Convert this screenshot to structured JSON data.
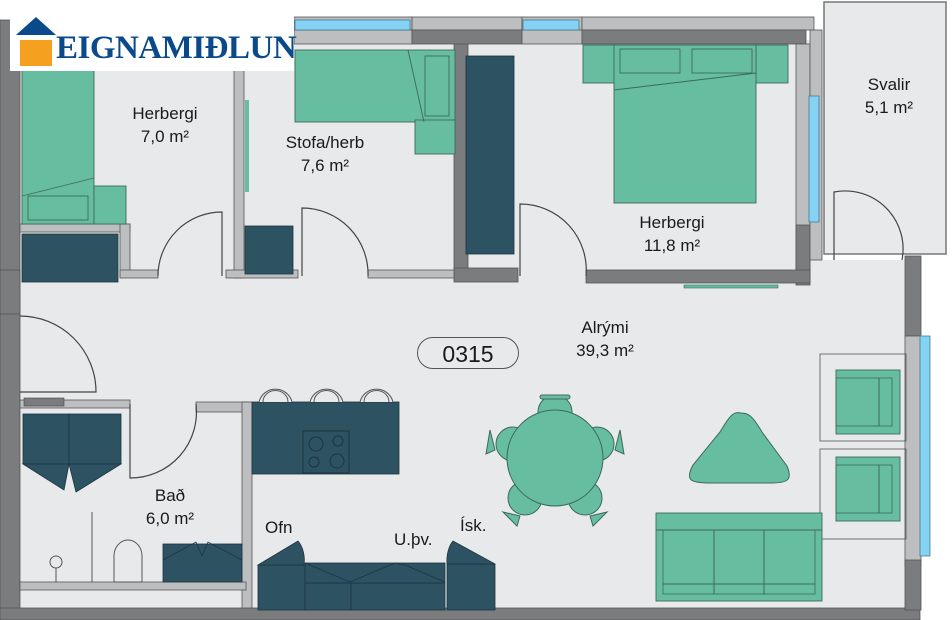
{
  "brand": {
    "name": "EIGNAMIÐLUN",
    "roof_color": "#0a4a8a",
    "house_color": "#f5a01e"
  },
  "unit": {
    "number": "0315"
  },
  "rooms": [
    {
      "id": "herbergi-1",
      "name": "Herbergi",
      "area": "7,0 m²"
    },
    {
      "id": "stofa-herb",
      "name": "Stofa/herb",
      "area": "7,6 m²"
    },
    {
      "id": "herbergi-2",
      "name": "Herbergi",
      "area": "11,8 m²"
    },
    {
      "id": "svalir",
      "name": "Svalir",
      "area": "5,1 m²"
    },
    {
      "id": "alrymi",
      "name": "Alrými",
      "area": "39,3 m²"
    },
    {
      "id": "bad",
      "name": "Bað",
      "area": "6,0 m²"
    }
  ],
  "kitchen_labels": {
    "oven": "Ofn",
    "dishwasher": "U.þv.",
    "fridge": "Ísk."
  },
  "colors": {
    "floor": "#e8e9eb",
    "wall_dark": "#7b7c7e",
    "wall_light": "#bdbec0",
    "furniture_green": "#66bda0",
    "cabinet_teal": "#2d5261",
    "window_blue": "#84d3f4",
    "outline": "#404040"
  }
}
